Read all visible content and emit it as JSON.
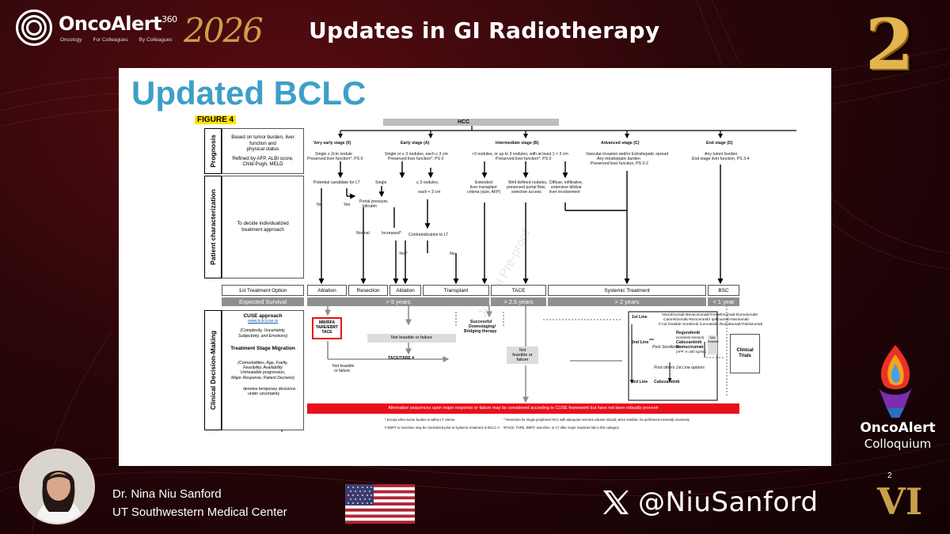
{
  "header": {
    "brand_name": "OncoAlert",
    "brand_super": "360",
    "brand_tag_1": "Oncology",
    "brand_tag_2": "For Colleagues",
    "brand_tag_3": "By Colleagues",
    "year": "2026",
    "title": "Updates in GI Radiotherapy",
    "edition_number": "2"
  },
  "slide": {
    "heading": "Updated BCLC"
  },
  "figure": {
    "label": "FIGURE 4",
    "hcc": "HCC",
    "row_labels": [
      "Prognosis",
      "Patient characterization",
      "Clinical Decision-Making"
    ],
    "prognosis_text_1": "Based on tumor burden, liver",
    "prognosis_text_2": "function and",
    "prognosis_text_3": "physical status",
    "prognosis_text_4": "Refined by AFP, ALBI score,",
    "prognosis_text_5": "Child-Pugh, MELD",
    "patient_text_1": "To decide individualized",
    "patient_text_2": "treatment approach",
    "stages": [
      "Very early stage (0)",
      "Early stage (A)",
      "Intermediate stage (B)",
      "Advanced stage (C)",
      "End stage (D)"
    ],
    "stage0_desc_1": "Single ≤ 2cm nodule",
    "stage0_desc_2": "Preserved liver function*, PS 0",
    "stageA_desc_1": "Single or ≤ 3 nodules, each ≤ 3 cm",
    "stageA_desc_2": "Preserved liver function*, PS 0",
    "stageB_desc_1": ">3 nodules, or up to 3 nodules, with at least 1 > 3 cm",
    "stageB_desc_2": "Preserved liver function*, PS 0",
    "stageC_desc_1": "Vascular invasion and/or Extrahepatic spread",
    "stageC_desc_2": "Any intrahepatic burden",
    "stageC_desc_3": "Preserved liver function, PS 0-2",
    "stageD_desc_1": "Any tumor burden",
    "stageD_desc_2": "End stage liver function, PS 3-4",
    "lt_candidate": "Potential candidate for LT",
    "no": "No",
    "yes": "Yes",
    "single": "Single",
    "three_nodules_1": "≤ 3 nodules,",
    "three_nodules_2": "each < 3 cm",
    "portal_1": "Portal pressure,",
    "portal_2": "bilirubin",
    "normal": "Normal",
    "increased": "Increased*",
    "contraindication": "Contraindication to LT",
    "yes_hat": "Yes^",
    "no2": "No",
    "ext_lt_1": "Extended",
    "ext_lt_2": "liver transplant",
    "ext_lt_3": "criteria (size, AFP)",
    "well_def_1": "Well defined nodules,",
    "well_def_2": "preserved portal flow,",
    "well_def_3": "selective access",
    "diffuse_1": "Diffuse, infiltrative,",
    "diffuse_2": "extensive bilobar",
    "diffuse_3": "liver involvement",
    "first_option": "1st Treatment Option",
    "treatments": [
      "Ablation",
      "Resection",
      "Ablation",
      "Transplant",
      "TACE",
      "Systemic Treatment",
      "BSC"
    ],
    "expected_survival": "Expected Survival",
    "survivals": [
      "> 5 years",
      "> 2.5 years",
      "> 2 years",
      "< 1 year"
    ],
    "cuse_title": "CUSE approach",
    "cuse_link": "www.bclccuse.ai",
    "cuse_desc_1": "(Complexity, Uncertainty,",
    "cuse_desc_2": "Subjectivity, and Emotions)",
    "migration_title": "Treatment Stage Migration",
    "migration_desc_1": "(Comorbidities, Age, Frailty,",
    "migration_desc_2": "Feasibility, Availability",
    "migration_desc_3": "Untreatable progression,",
    "migration_desc_4": "Major Response, Patient Decision)",
    "dotted_note_1": "denotes temporary decisions",
    "dotted_note_2": "under uncertainty",
    "mw_rfa_1": "MW/RFA",
    "mw_rfa_2": "TARE/EBRT",
    "mw_rfa_3": "TACE",
    "nf_1": "Not feasible",
    "nf_2": "or failure",
    "nf_box": "Not feasible or failure",
    "tace_tare": "TACE/TARE #",
    "downstaging_1": "Successful",
    "downstaging_2": "Downstaging/",
    "downstaging_3": "Bridging therapy",
    "nf2_1": "Not",
    "nf2_2": "feasible or",
    "nf2_3": "failure",
    "line1": "1st Line",
    "line1_text_1": "Atezolizumab-Bevacizumab/Tremelimumab-Durvalumab/",
    "line1_text_2": "Camrelizumab-Rivoceranib/ Ipilimumab-Nivolumab",
    "line1_text_3": "If not feasible Sorafenib /Lenvatinib /Durvalumab/Tislelizumab",
    "line2": "2nd Line",
    "post_sorafenib": "Post Sorafenib",
    "regorafenib": "Regorafenib",
    "regorafenib_note": "(sorafenib-tolerant)",
    "cabozantinib": "Cabozantinib",
    "ramucirumab": "Ramucirumab",
    "ramucirumab_note": "(AFP >/=400 ng/mL)",
    "post_others": "Post others 1st Line options",
    "line3": "3rd Line",
    "cabozantinib3": "Cabozantinib",
    "clinical_trials_1": "Clinical",
    "clinical_trials_2": "Trials",
    "not_feasible_small": "Not feasible",
    "red_bar": "Alternative sequences upon major response or failure may be considered according to CUSE framework but have not been robustly proven#",
    "footnote_1": "* Except when tumor burden is within LT criteria",
    "footnote_2": "^ Resection for single peripheral HCC with adequate remnant volume should, when feasible, be performed minimally invasively",
    "footnote_3": "# EBRT or resection may be considered prior to systemic treatment in BCLC-A",
    "footnote_4": "¥TACE, TARE, EBRT, resection, or LT after major response fail in this category",
    "watermark": "Journal Pre-proof"
  },
  "footer": {
    "speaker_name": "Dr. Nina Niu Sanford",
    "speaker_affiliation": "UT Southwestern Medical Center",
    "handle": "@NiuSanford",
    "colloquium_1": "OncoAlert",
    "colloquium_2": "Colloquium",
    "colloquium_super": "2",
    "roman": "VI"
  },
  "colors": {
    "background": "#2a0609",
    "accent_gold": "#c9a04a",
    "heading_blue": "#3d9fc7",
    "alert_red": "#e8101a"
  }
}
